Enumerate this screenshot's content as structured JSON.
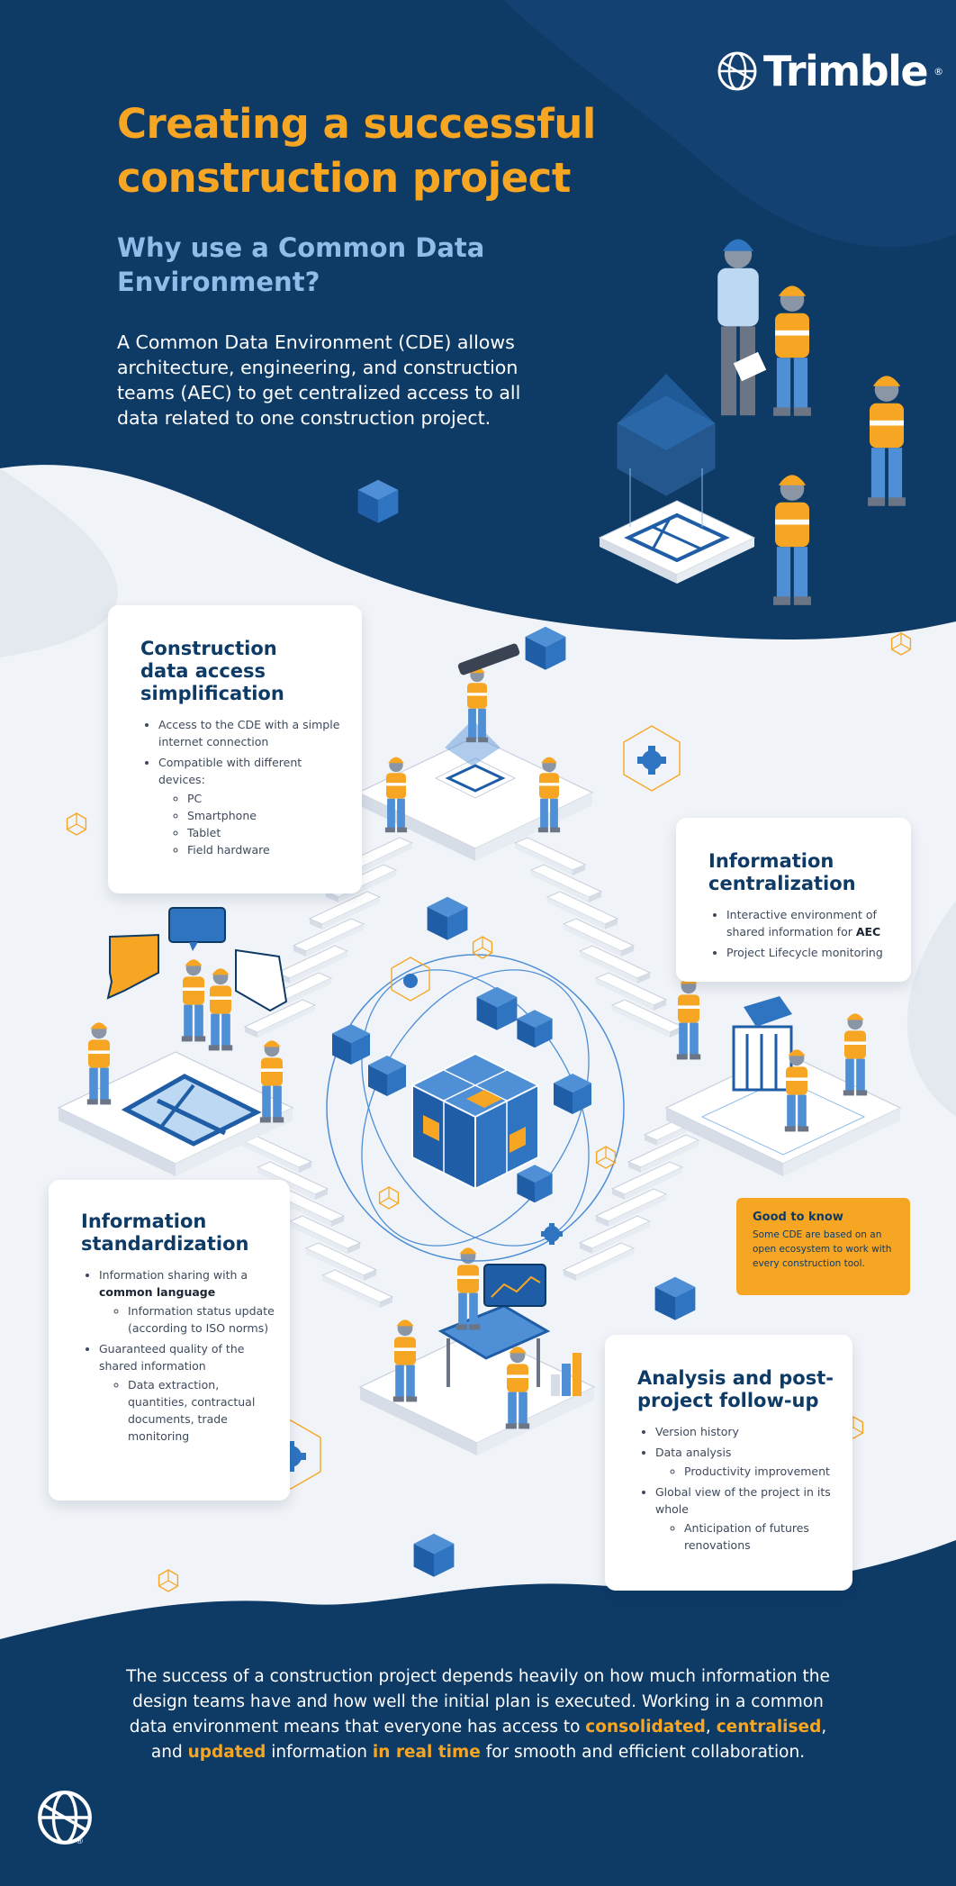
{
  "brand": {
    "name": "Trimble",
    "reg_mark": "®",
    "icon": "trimble-globe-icon"
  },
  "colors": {
    "navy": "#0e3a66",
    "accent_orange": "#f6a623",
    "light_blue": "#8fbce8",
    "card_text": "#3d4a5c"
  },
  "header": {
    "title_line1": "Creating a successful",
    "title_line2": "construction project",
    "subtitle_line1": "Why use a Common Data",
    "subtitle_line2": "Environment?",
    "intro": "A Common Data Environment (CDE) allows architecture, engineering, and construction teams (AEC) to get centralized access to all data related to one construction project."
  },
  "cards": {
    "access": {
      "title_line1": "Construction",
      "title_line2": "data access",
      "title_line3": "simplification",
      "item1": "Access to the CDE with a simple internet connection",
      "item2": "Compatible with different devices:",
      "devices": [
        "PC",
        "Smartphone",
        "Tablet",
        "Field hardware"
      ]
    },
    "centralization": {
      "title_line1": "Information",
      "title_line2": "centralization",
      "item1_text": "Interactive environment of shared information for ",
      "item1_bold": "AEC",
      "item2": "Project Lifecycle monitoring"
    },
    "standardization": {
      "title_line1": "Information",
      "title_line2": "standardization",
      "item1_text": "Information sharing with a ",
      "item1_bold": "common language",
      "item1_sub": "Information status update (according to ISO norms)",
      "item2": "Guaranteed quality of the shared information",
      "item2_sub": "Data extraction, quantities, contractual documents, trade monitoring"
    },
    "analysis": {
      "title_line1": "Analysis and post-",
      "title_line2": "project follow-up",
      "item1": "Version history",
      "item2": "Data analysis",
      "item2_sub": "Productivity improvement",
      "item3": "Global view of the project in its whole",
      "item3_sub": "Anticipation of futures renovations"
    }
  },
  "good_to_know": {
    "heading": "Good to know",
    "text": "Some CDE are based on an open ecosystem to work with every construction tool."
  },
  "footer": {
    "part1": "The success of a construction project depends heavily on how much information the design teams have and how well the initial plan is executed. Working in a common data environment means that everyone has access to ",
    "hl1": "consolidated",
    "sep1": ", ",
    "hl2": "centralised",
    "sep2": ", and ",
    "hl3": "updated",
    "part2": " information ",
    "hl4": "in real time",
    "part3": " for smooth and efficient collaboration."
  }
}
